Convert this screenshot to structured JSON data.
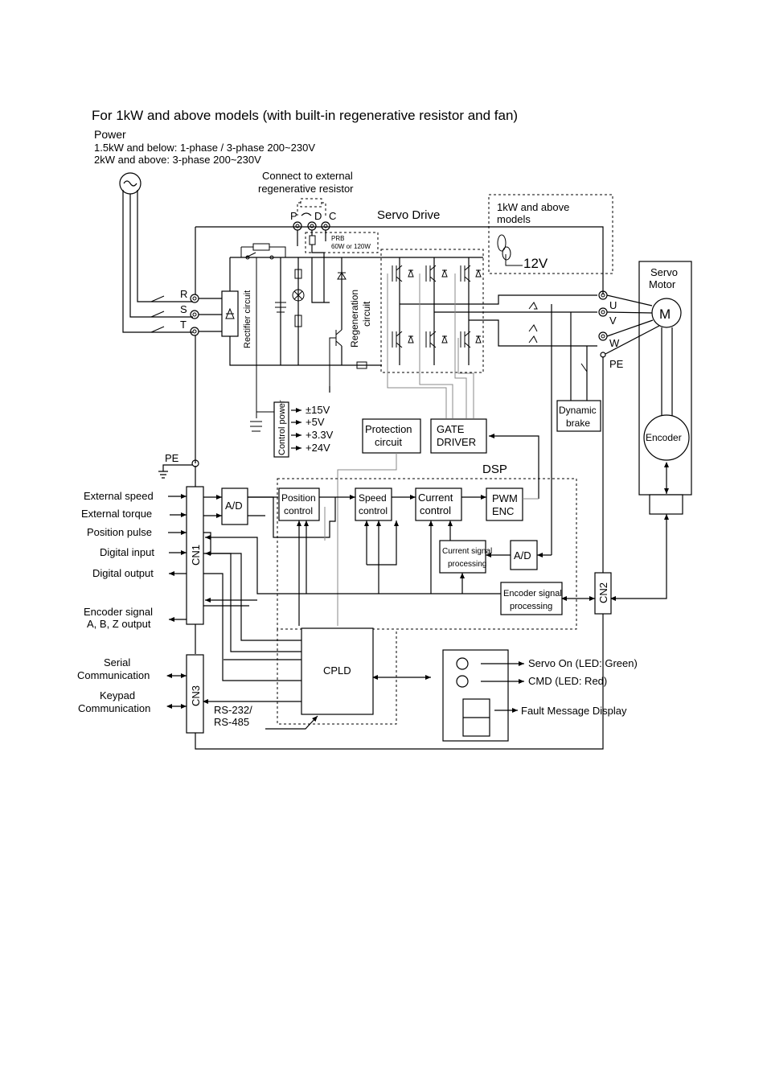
{
  "title": "For 1kW and above models (with built-in regenerative resistor and fan)",
  "power": {
    "label": "Power",
    "line1": "1.5kW and below: 1-phase / 3-phase 200~230V",
    "line2": "2kW and above: 3-phase 200~230V"
  },
  "external_resistor": {
    "line1": "Connect to external",
    "line2": "regenerative resistor"
  },
  "servo_drive_label": "Servo Drive",
  "terminals": {
    "p": "P",
    "d": "D",
    "c": "C",
    "r": "R",
    "s": "S",
    "t": "T",
    "u": "U",
    "v": "V",
    "w": "W",
    "pe_motor": "PE",
    "pe_left": "PE"
  },
  "prb": {
    "line1": "PRB",
    "line2": "60W or 120W"
  },
  "fan_box": {
    "line1": "1kW and above",
    "line2": "models",
    "voltage": "12V"
  },
  "servo_motor": {
    "line1": "Servo",
    "line2": "Motor",
    "m": "M",
    "encoder": "Encoder"
  },
  "rectifier_circuit": "Rectifier circuit",
  "regeneration": {
    "line1": "Regeneration",
    "line2": "circuit"
  },
  "control_power": {
    "label": "Control power",
    "outputs": [
      "±15V",
      "+5V",
      "+3.3V",
      "+24V"
    ]
  },
  "protection": {
    "line1": "Protection",
    "line2": "circuit"
  },
  "gate_driver": {
    "line1": "GATE",
    "line2": "DRIVER"
  },
  "dynamic_brake": {
    "line1": "Dynamic",
    "line2": "brake"
  },
  "dsp": {
    "label": "DSP",
    "position": {
      "line1": "Position",
      "line2": "control"
    },
    "speed": {
      "line1": "Speed",
      "line2": "control"
    },
    "current": {
      "line1": "Current",
      "line2": "control"
    },
    "pwm": {
      "line1": "PWM",
      "line2": "ENC"
    },
    "ad": "A/D",
    "current_signal": {
      "line1": "Current signal",
      "line2": "processing"
    },
    "encoder_signal": {
      "line1": "Encoder signal",
      "line2": "processing"
    }
  },
  "ad_left": "A/D",
  "cn1": {
    "label": "CN1",
    "signals": [
      "External speed",
      "External torque",
      "Position pulse",
      "Digital input",
      "Digital output"
    ],
    "encoder_out": {
      "line1": "Encoder signal",
      "line2": "A, B, Z output"
    }
  },
  "cn2": "CN2",
  "cn3": {
    "label": "CN3",
    "serial": {
      "line1": "Serial",
      "line2": "Communication"
    },
    "keypad": {
      "line1": "Keypad",
      "line2": "Communication"
    },
    "rs": {
      "line1": "RS-232/",
      "line2": "RS-485"
    }
  },
  "cpld": "CPLD",
  "display": {
    "servo_on": "Servo On (LED: Green)",
    "cmd": "CMD (LED: Red)",
    "fault": "Fault Message Display"
  }
}
